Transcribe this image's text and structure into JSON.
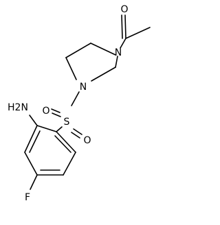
{
  "molecule": {
    "atoms": {
      "o_acetyl": "O",
      "n_piperazine_top": "N",
      "n_piperazine_bottom": "N",
      "s_sulfonyl": "S",
      "o_sulfonyl_left": "O",
      "o_sulfonyl_right": "O",
      "amine": "H2N",
      "fluorine": "F"
    }
  }
}
